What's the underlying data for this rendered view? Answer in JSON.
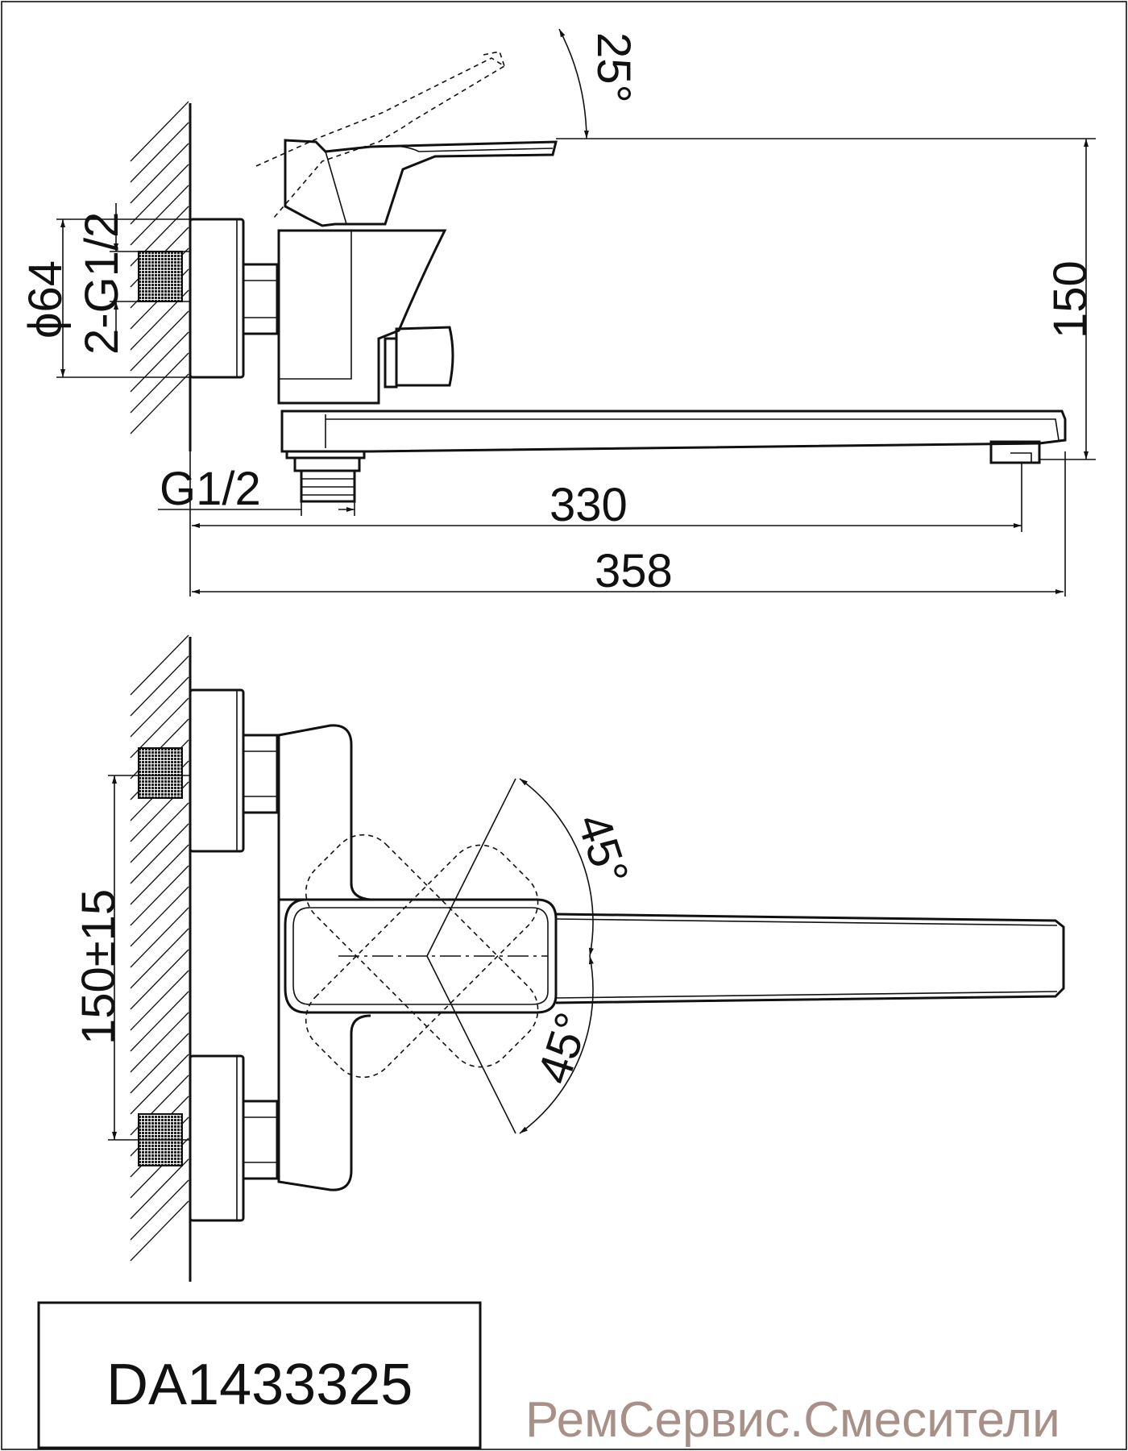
{
  "dimensions": {
    "handle_angle": "25°",
    "height": "150",
    "flange_diameter": "ϕ64",
    "inlet_thread": "2-G1/2",
    "outlet_thread": "G1/2",
    "spout_reach": "330",
    "overall_length": "358",
    "inlet_spacing": "150±15",
    "swivel_angle_upper": "45°",
    "swivel_angle_lower": "45°"
  },
  "title_block": {
    "model": "DA1433325"
  },
  "watermark": "РемСервис.Смесители",
  "colors": {
    "line": "#111111",
    "watermark": "#a89088",
    "background": "#ffffff"
  }
}
